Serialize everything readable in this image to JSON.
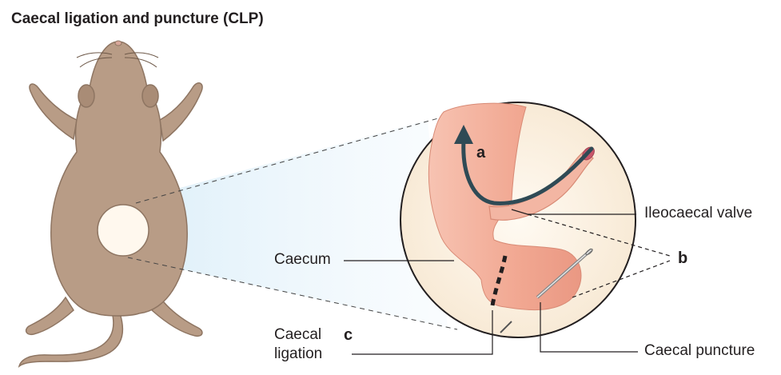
{
  "title": "Caecal ligation and puncture (CLP)",
  "labels": {
    "caecum": "Caecum",
    "ileocaecal_valve": "Ileocaecal valve",
    "caecal_ligation_line1": "Caecal",
    "caecal_ligation_line2": "ligation",
    "caecal_puncture": "Caecal puncture"
  },
  "letters": {
    "a": "a",
    "b": "b",
    "c": "c"
  },
  "colors": {
    "mouse_body": "#b89c86",
    "mouse_outline": "#8e7562",
    "intestine": "#f2a993",
    "intestine_dark": "#e8917b",
    "inset_bg": "#fdf3e6",
    "arrow": "#2f4a55",
    "leader": "#231f20"
  }
}
